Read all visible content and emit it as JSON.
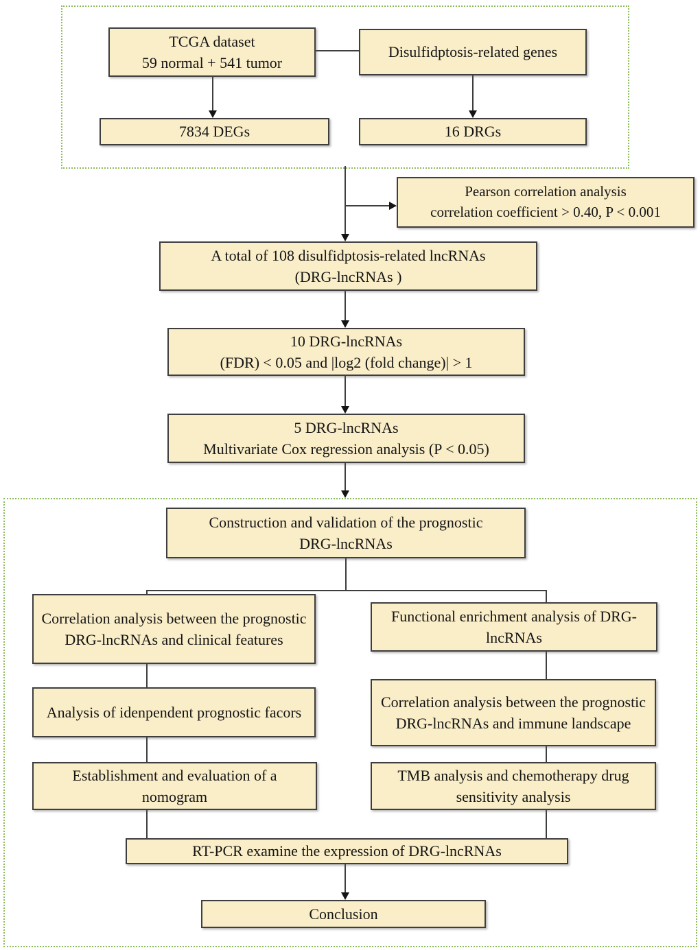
{
  "figure": {
    "type": "flowchart",
    "colors": {
      "box_fill": "#faeec9",
      "box_border": "#3e3e3e",
      "section_border": "#8cbb59",
      "connector": "#3e3e3e",
      "text": "#141414",
      "background": "#ffffff"
    }
  },
  "nodes": {
    "tcga": {
      "line1": "TCGA dataset",
      "line2": "59 normal + 541 tumor"
    },
    "disulfidptosis": {
      "line1": "Disulfidptosis-related genes"
    },
    "degs": {
      "line1": "7834 DEGs"
    },
    "drgs16": {
      "line1": "16 DRGs"
    },
    "pearson": {
      "line1": "Pearson correlation analysis",
      "line2": "correlation coefficient > 0.40, P < 0.001"
    },
    "total108": {
      "line1": "A total of 108 disulfidptosis-related lncRNAs",
      "line2": "(DRG-lncRNAs )"
    },
    "ten_lnc": {
      "line1": "10 DRG-lncRNAs",
      "line2": "(FDR) < 0.05 and |log2 (fold change)| > 1"
    },
    "five_lnc": {
      "line1": "5 DRG-lncRNAs",
      "line2": "Multivariate Cox regression analysis (P < 0.05)"
    },
    "construction": {
      "line1": "Construction and validation of the prognostic",
      "line2": "DRG-lncRNAs"
    },
    "clinical": {
      "line1": "Correlation analysis between the prognostic DRG-lncRNAs and clinical features"
    },
    "independent": {
      "line1": "Analysis of idenpendent prognostic facors"
    },
    "nomogram": {
      "line1": "Establishment and evaluation of a nomogram"
    },
    "functional": {
      "line1": "Functional enrichment analysis of DRG-lncRNAs"
    },
    "immune": {
      "line1": "Correlation analysis between the prognostic DRG-lncRNAs and immune landscape"
    },
    "tmb": {
      "line1": "TMB analysis and chemotherapy drug sensitivity analysis"
    },
    "rtpcr": {
      "line1": "RT-PCR examine the expression of DRG-lncRNAs"
    },
    "conclusion": {
      "line1": "Conclusion"
    }
  }
}
